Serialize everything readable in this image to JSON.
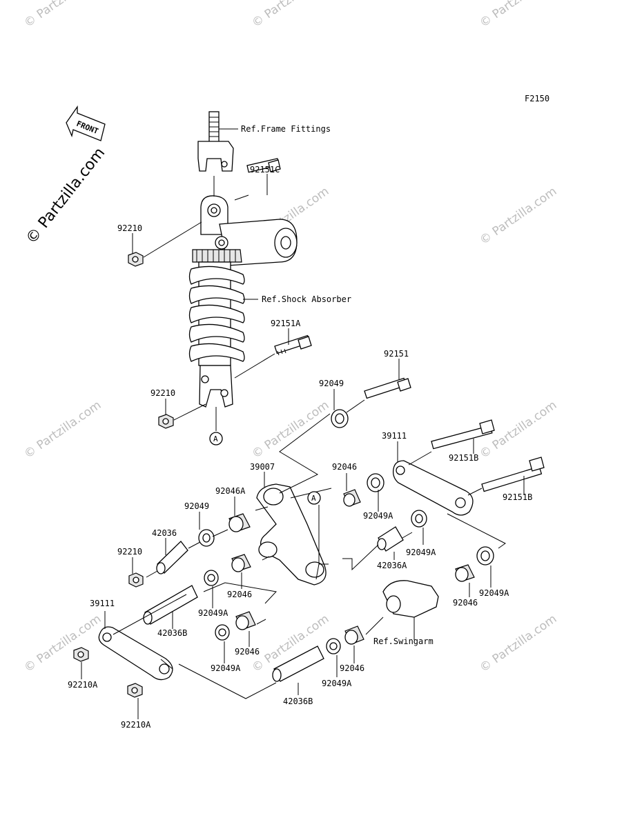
{
  "diagram_code": "F2150",
  "front_label": "FRONT",
  "copyright": "© Partzilla.com",
  "watermark": "© Partzilla.com",
  "callout_marker": "A",
  "refs": {
    "frame": "Ref.Frame Fittings",
    "shock": "Ref.Shock Absorber",
    "swingarm": "Ref.Swingarm"
  },
  "labels": {
    "p92151C": "92151C",
    "p92210_top": "92210",
    "p92151A": "92151A",
    "p92210_mid": "92210",
    "p92151": "92151",
    "p92049_top": "92049",
    "p39111_right": "39111",
    "p92151B_1": "92151B",
    "p92151B_2": "92151B",
    "p39007": "39007",
    "p92046_top": "92046",
    "p92046A": "92046A",
    "p92049_left": "92049",
    "p92049A_1": "92049A",
    "p42036": "42036",
    "p92049A_2": "92049A",
    "p92210_low": "92210",
    "p42036A": "42036A",
    "p92046_mid": "92046",
    "p92049A_3": "92049A",
    "p92046_right": "92046",
    "p92049A_4": "92049A",
    "p39111_left": "39111",
    "p42036B_1": "42036B",
    "p92046_low": "92046",
    "p92049A_5": "92049A",
    "p92210A_1": "92210A",
    "p92046_bot": "92046",
    "p92049A_6": "92049A",
    "p42036B_2": "42036B",
    "p92210A_2": "92210A"
  }
}
